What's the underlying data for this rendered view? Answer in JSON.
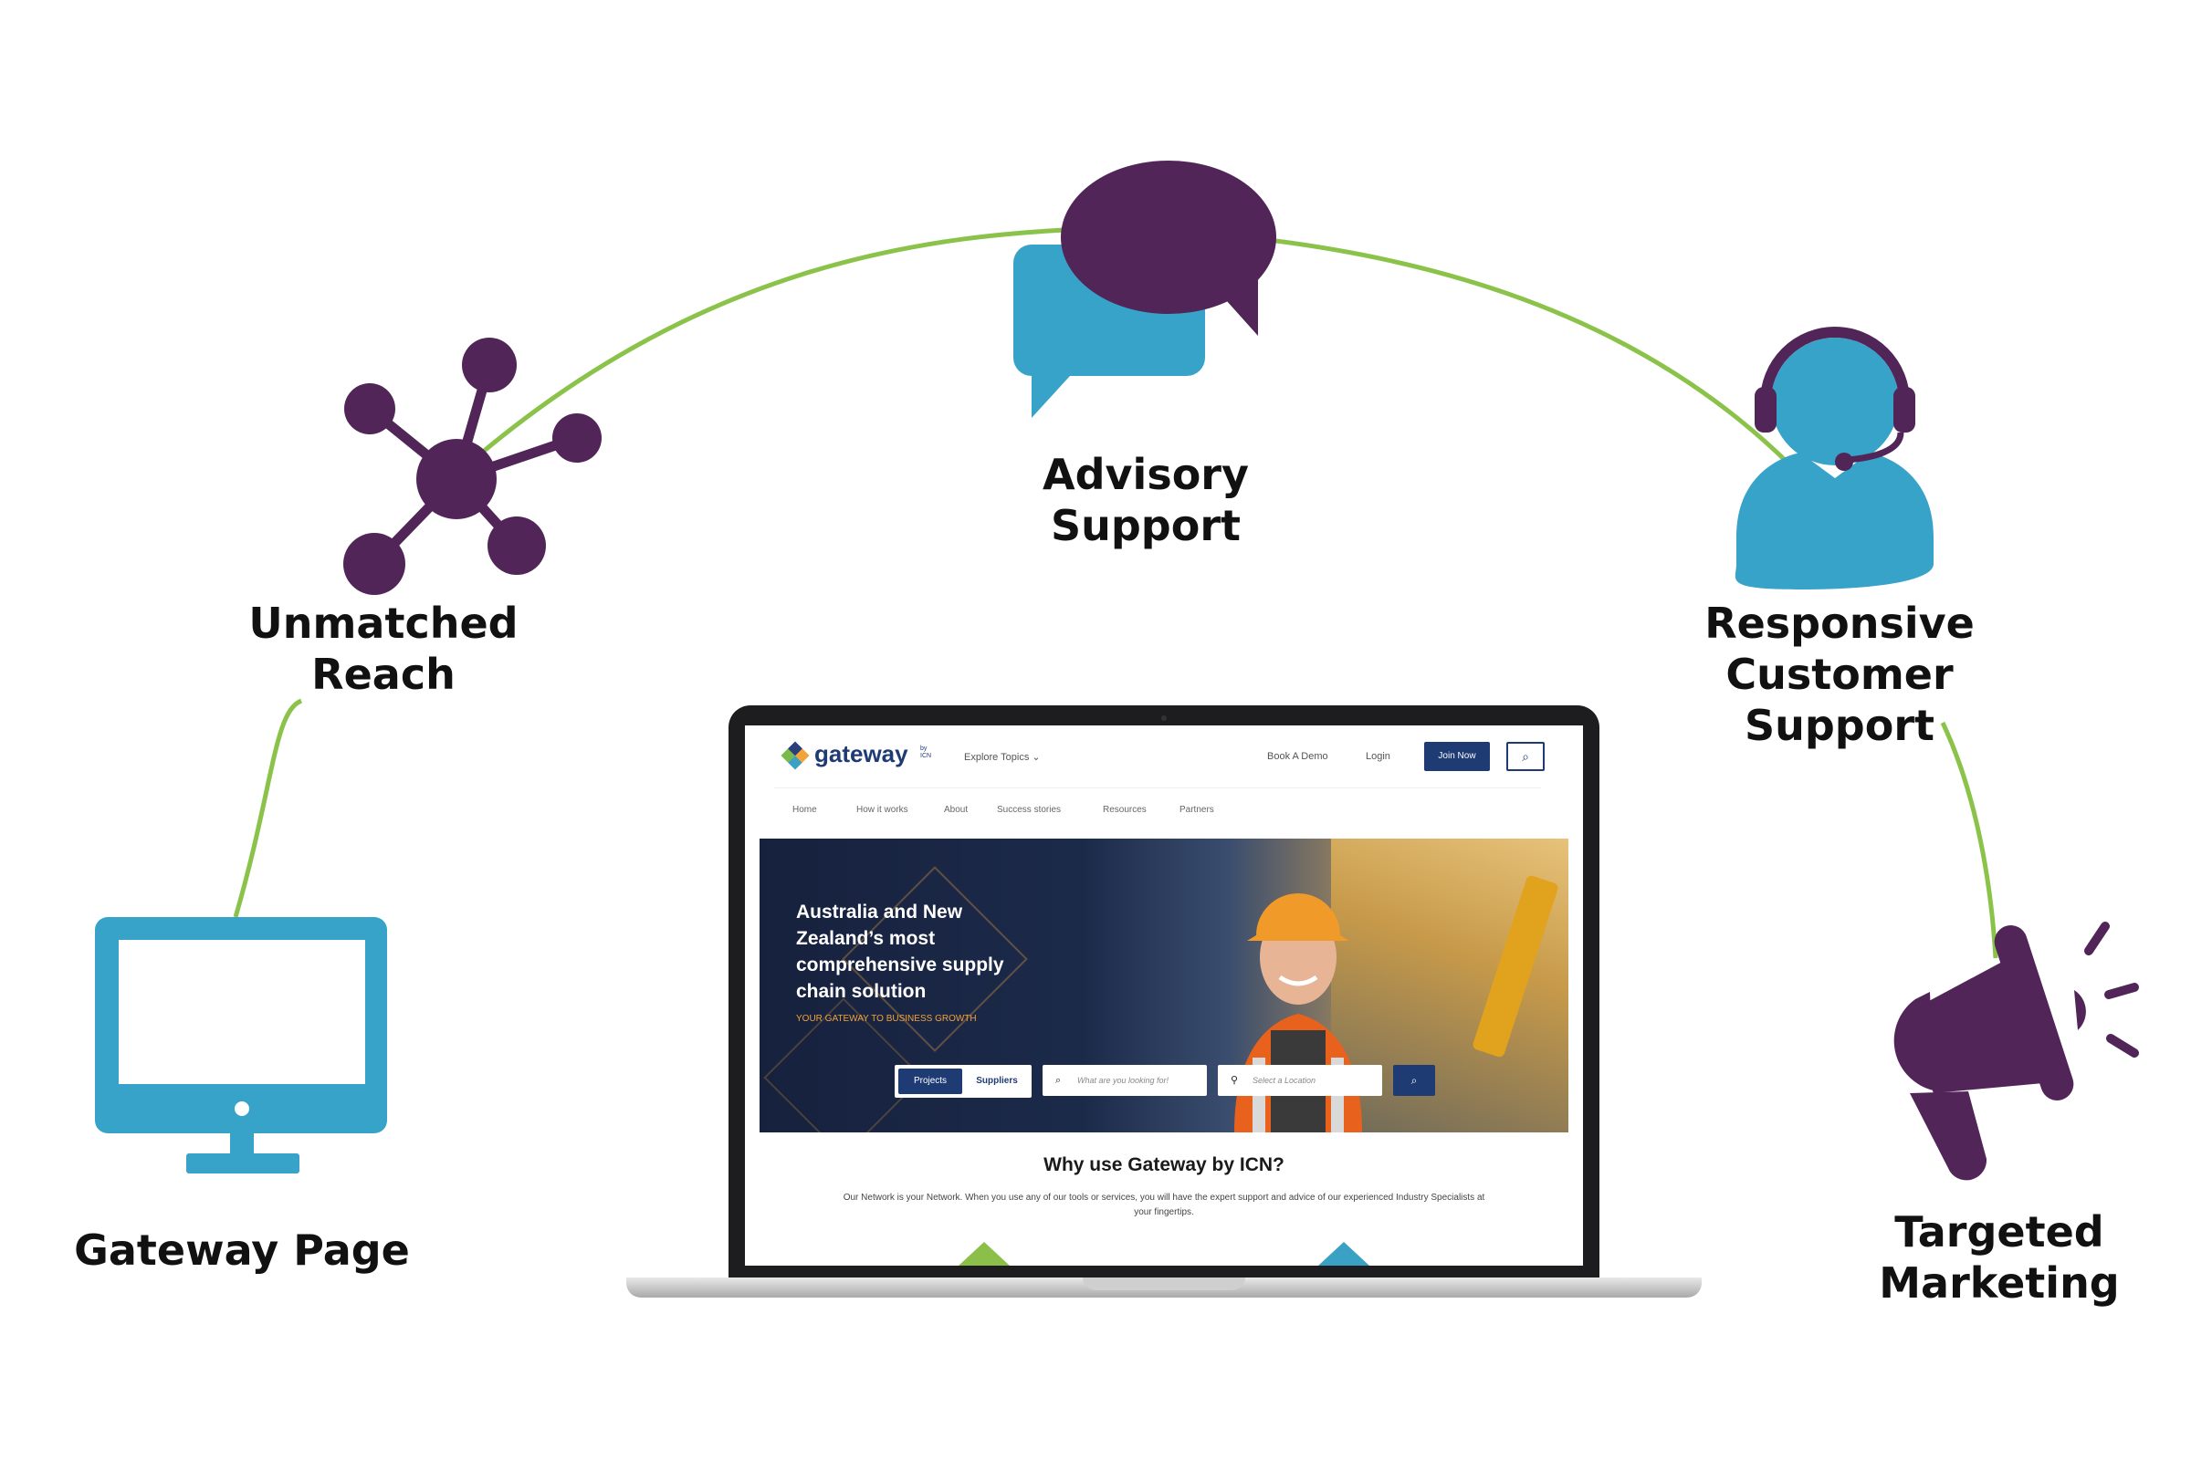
{
  "features": {
    "unmatched_reach": "Unmatched\nReach",
    "advisory_support": "Advisory\nSupport",
    "responsive_support": "Responsive\nCustomer Support",
    "gateway_page": "Gateway Page",
    "targeted_marketing": "Targeted\nMarketing"
  },
  "colors": {
    "purple": "#512558",
    "blue": "#38a3c8",
    "green": "#8bc34a"
  },
  "site": {
    "logo": "gateway",
    "logo_sub": "by ICN",
    "explore": "Explore Topics  ⌄",
    "book_demo": "Book A Demo",
    "login": "Login",
    "join": "Join Now",
    "search_icon": "⌕",
    "menu": [
      "Home",
      "How it works",
      "About",
      "Success stories",
      "Resources",
      "Partners"
    ],
    "hero_title": "Australia and New Zealand’s most comprehensive supply chain solution",
    "hero_sub": "YOUR GATEWAY TO BUSINESS GROWTH",
    "tab_projects": "Projects",
    "tab_suppliers": "Suppliers",
    "search_placeholder": "What are you looking for!",
    "location_placeholder": "Select a Location",
    "why_title": "Why use Gateway by ICN?",
    "why_desc": "Our Network is your Network. When you use any of our tools or services, you will have the expert support and advice of our experienced Industry Specialists at your fingertips."
  }
}
